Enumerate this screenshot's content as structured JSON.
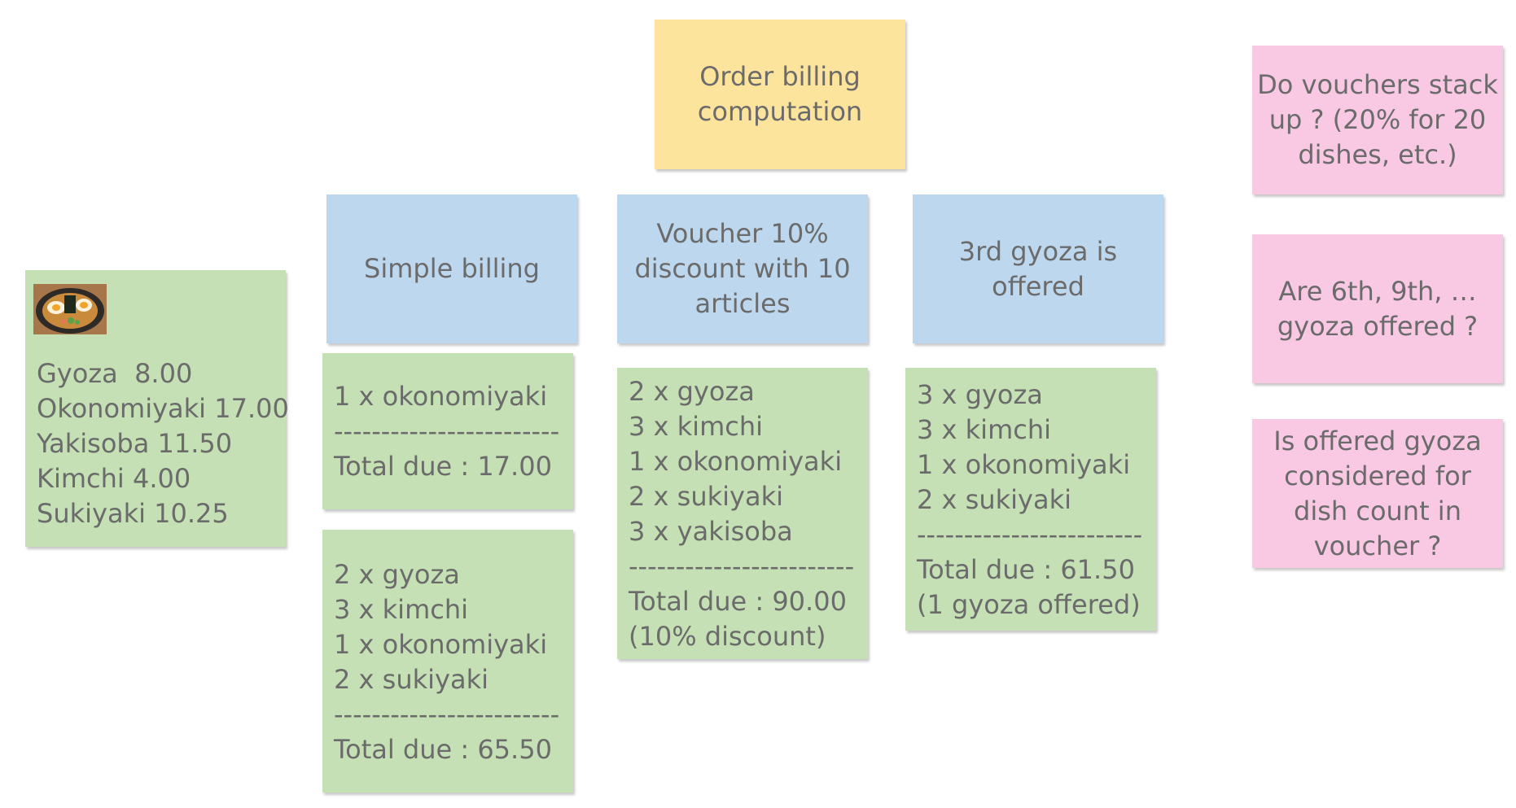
{
  "title": {
    "lines": [
      "Order billing",
      "computation"
    ]
  },
  "menu": {
    "image_icon": "ramen-bowl-icon",
    "items": [
      "Gyoza  8.00",
      "Okonomiyaki 17.00",
      "Yakisoba 11.50",
      "Kimchi 4.00",
      "Sukiyaki 10.25"
    ]
  },
  "headers": [
    {
      "lines": [
        "Simple billing"
      ]
    },
    {
      "lines": [
        "Voucher 10%",
        "discount with 10",
        "articles"
      ]
    },
    {
      "lines": [
        "3rd gyoza is",
        "offered"
      ]
    }
  ],
  "examples": {
    "simple_1": [
      "1 x okonomiyaki",
      "------------------------",
      "Total due : 17.00"
    ],
    "simple_2": [
      "2 x gyoza",
      "3 x kimchi",
      "1 x okonomiyaki",
      "2 x sukiyaki",
      "------------------------",
      "Total due : 65.50"
    ],
    "voucher": [
      "2 x gyoza",
      "3 x kimchi",
      "1 x okonomiyaki",
      "2 x sukiyaki",
      "3 x yakisoba",
      "------------------------",
      "Total due : 90.00",
      "(10% discount)"
    ],
    "gyoza": [
      "3 x gyoza",
      "3 x kimchi",
      "1 x okonomiyaki",
      "2 x sukiyaki",
      "------------------------",
      "Total due : 61.50",
      "(1 gyoza offered)"
    ]
  },
  "questions": [
    {
      "lines": [
        "Do vouchers stack",
        "up ? (20% for 20",
        "dishes, etc.)"
      ]
    },
    {
      "lines": [
        "Are 6th, 9th, …",
        "gyoza offered ?"
      ]
    },
    {
      "lines": [
        "Is offered gyoza",
        "considered for",
        "dish count in",
        "voucher ?"
      ]
    }
  ],
  "colors": {
    "title_note": "#fde49c",
    "rule_note": "#bdd7ee",
    "example_note": "#c5e0b4",
    "question_note": "#f9c9e4",
    "text": "#6b6b6b"
  }
}
